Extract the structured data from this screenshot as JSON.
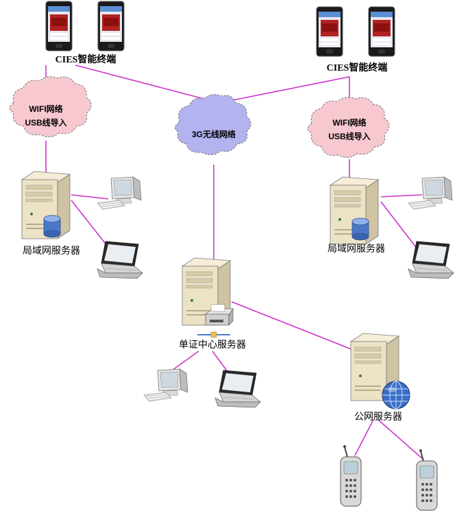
{
  "terminals": {
    "left_label": "CIES智能终端",
    "right_label": "CIES智能终端"
  },
  "clouds": {
    "wifi_left": {
      "line1": "WIFI网络",
      "line2": "USB线导入"
    },
    "center": {
      "line1": "3G无线网络"
    },
    "wifi_right": {
      "line1": "WIFI网络",
      "line2": "USB线导入"
    }
  },
  "servers": {
    "lan_left": "局域网服务器",
    "lan_right": "局域网服务器",
    "center": "单证中心服务器",
    "public": "公网服务器"
  },
  "colors": {
    "link": "#cc33cc",
    "cloud_pink": "#f7c8d0",
    "cloud_blue": "#b3b3f0",
    "server": "#e8dcc0"
  },
  "icons": [
    "smartphone-icon",
    "server-icon",
    "database-icon",
    "desktop-pc-icon",
    "laptop-icon",
    "printer-icon",
    "globe-icon",
    "mobile-phone-icon"
  ]
}
